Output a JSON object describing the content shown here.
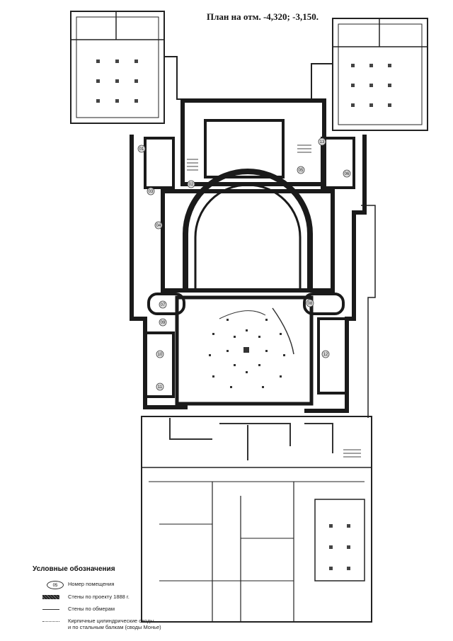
{
  "title": "План на отм. -4,320; -3,150.",
  "legend": {
    "heading": "Условные обозначения",
    "badge_sample": "05",
    "items": [
      {
        "label": "Номер помещения"
      },
      {
        "label": "Стены по проекту 1888 г."
      },
      {
        "label": "Стены по обмерам"
      },
      {
        "label": "Кирпичные цилиндрические своды",
        "label2": "и по стальным балкам (своды Монье)"
      }
    ]
  },
  "room_numbers": [
    "01",
    "02",
    "03",
    "04",
    "05",
    "06",
    "07",
    "08",
    "09",
    "10",
    "11",
    "12",
    "13"
  ]
}
